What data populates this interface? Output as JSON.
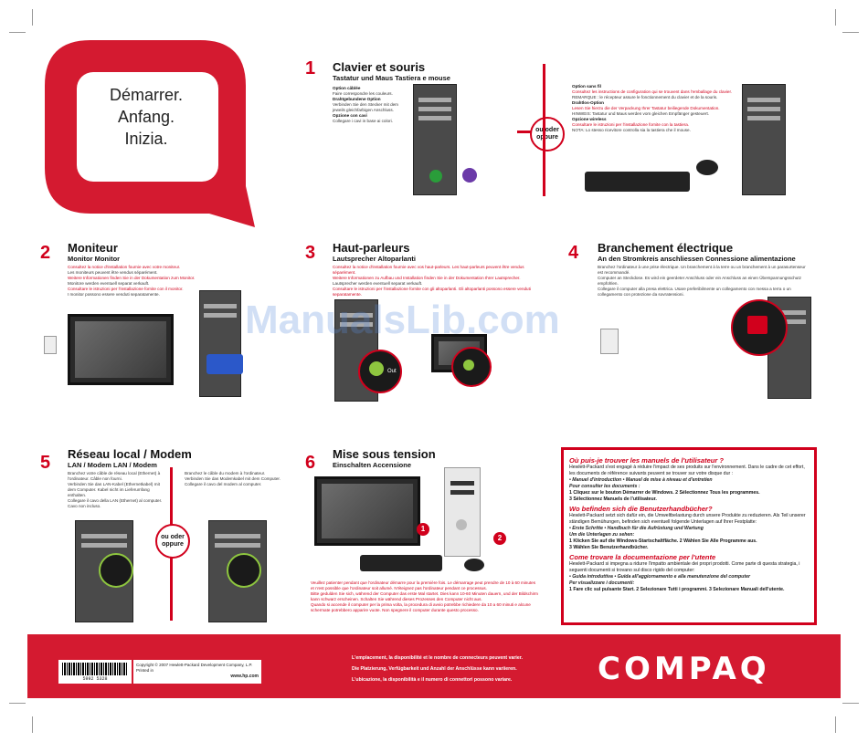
{
  "logo": {
    "line1": "Démarrer.",
    "line2": "Anfang.",
    "line3": "Inizia."
  },
  "step1": {
    "num": "1",
    "title": "Clavier et souris",
    "subtitle": "Tastatur und Maus   Tastiera e mouse",
    "opt1_h": "Option câblée",
    "opt1_t": "Faire correspondre les couleurs.",
    "opt2_h": "Drahtgebundene Option",
    "opt2_t": "Verbinden Sie den Stecker mit dem jeweils gleichfarbigen Anschluss.",
    "opt3_h": "Opzione con cavi",
    "opt3_t": "Collegare i cavi in base ai colori.",
    "badge": "ou oder oppure",
    "w1_h": "Option sans fil",
    "w1_t": "Consultez les instructions de configuration qui se trouvent dans l'emballage du clavier.",
    "w1_n": "REMARQUE : le récepteur assure le fonctionnement du clavier et de la souris.",
    "w2_h": "Drahtlos-Option",
    "w2_t": "Lesen Sie hierzu die der Verpackung Ihrer Tastatur beiliegende Dokumentation.",
    "w2_n": "HINWEIS: Tastatur und Maus werden vom gleichen Empfänger gesteuert.",
    "w3_h": "Opzione wireless",
    "w3_t": "Consultare le istruzioni per l'installazione fornite con la tastiera.",
    "w3_n": "NOTA: Lo stesso ricevitore controlla sia la tastiera che il mouse."
  },
  "step2": {
    "num": "2",
    "title": "Moniteur",
    "subtitle": "Monitor   Monitor",
    "t1": "Consultez la notice d'installation fournie avec votre moniteur.",
    "t2": "Les moniteurs peuvent être vendus séparément.",
    "t3": "Weitere Informationen finden Sie in der Dokumentation zum Monitor.",
    "t4": "Monitore werden eventuell separat verkauft.",
    "t5": "Consultare le istruzioni per l'installazione fornite con il monitor.",
    "t6": "I monitor possono essere venduti separatamente."
  },
  "step3": {
    "num": "3",
    "title": "Haut-parleurs",
    "subtitle": "Lautsprecher   Altoparlanti",
    "t1": "Consultez la notice d'installation fournie avec vos haut-parleurs. Les haut-parleurs peuvent être vendus séparément.",
    "t2": "Weitere Informationen zu Aufbau und Installation finden Sie in der Dokumentation Ihrer Lautsprecher.",
    "t3": "Lautsprecher werden eventuell separat verkauft.",
    "t4": "Consultare le istruzioni per l'installazione fornite con gli altoparlanti. Gli altoparlanti possono essere venduti separatamente.",
    "out": "Out"
  },
  "step4": {
    "num": "4",
    "title": "Branchement électrique",
    "subtitle": "An den Stromkreis anschliessen   Connessione alimentazione",
    "t1": "Branchez l'ordinateur à une prise électrique. Un branchement à la terre ou un branchement à un parasurtenseur est recommandé.",
    "t2": "Computer an Steckdose. Es wird ein geerdeter Anschluss oder ein Anschluss an einen Überspannungsschutz empfohlen.",
    "t3": "Collegare il computer alla presa elettrica. Usare preferibilmente un collegamento con messa a terra o un collegamento con protezione da sovratensioni."
  },
  "step5": {
    "num": "5",
    "title": "Réseau local / Modem",
    "subtitle": "LAN / Modem   LAN / Modem",
    "l1": "Branchez votre câble de réseau local (Ethernet) à l'ordinateur. Câble non fourni.",
    "l2": "Verbinden Sie das LAN-Kabel (Ethernetkabel) mit dem Computer. Kabel nicht im Lieferumfang enthalten.",
    "l3": "Collegare il cavo della LAN (Ethernet) al computer. Cavo non incluso.",
    "r1": "Branchez le câble du modem à l'ordinateur.",
    "r2": "Verbinden Sie das Modemkabel mit dem Computer.",
    "r3": "Collegare il cavo del modem al computer.",
    "badge": "ou oder oppure"
  },
  "step6": {
    "num": "6",
    "title": "Mise sous tension",
    "subtitle": "Einschalten   Accensione",
    "c1": "1",
    "c2": "2",
    "t1": "Veuillez patienter pendant que l'ordinateur démarre pour la première fois. Le démarrage peut prendre de 10 à 60 minutes et n'est possible que l'ordinateur soit allumé. N'éteignez pas l'ordinateur pendant ce processus.",
    "t2": "Bitte gedulden Sie sich, während der Computer das erste Mal startet. Dies kann 10-60 Minuten dauern, und der Bildschirm kann schwarz erscheinen. Schalten Sie während dieses Prozesses den Computer nicht aus.",
    "t3": "Quando si accende il computer per la prima volta, la procedura di avvio potrebbe richiedere da 10 a 60 minuti e alcune schermate potrebbero apparire vuote. Non spegnere il computer durante questo processo."
  },
  "manuals": {
    "fr_h": "Où puis-je trouver les manuels de l'utilisateur ?",
    "fr_t": "Hewlett-Packard s'est engagé à réduire l'impact de ses produits sur l'environnement. Dans le cadre de cet effort, les documents de référence suivants peuvent se trouver sur votre disque dur :",
    "fr_b": "• Manuel d'introduction    • Manuel de mise à niveau et d'entretien",
    "fr_c": "Pour consulter les documents :",
    "fr_s1": "1 Cliquez sur le bouton Démarrer de Windows.   2 Sélectionnez Tous les programmes.",
    "fr_s2": "3 Sélectionnez Manuels de l'utilisateur.",
    "de_h": "Wo befinden sich die Benutzerhandbücher?",
    "de_t": "Hewlett-Packard setzt sich dafür ein, die Umweltbelastung durch unsere Produkte zu reduzieren. Als Teil unserer ständigen Bemühungen, befinden sich eventuell folgende Unterlagen auf Ihrer Festplatte:",
    "de_b": "• Erste Schritte    • Handbuch für die Aufrüstung und Wartung",
    "de_c": "Um die Unterlagen zu sehen:",
    "de_s1": "1 Klicken Sie auf die Windows-Startschaltfläche.   2 Wählen Sie Alle Programme aus.",
    "de_s2": "3 Wählen Sie Benutzerhandbücher.",
    "it_h": "Come trovare la documentazione per l'utente",
    "it_t": "Hewlett-Packard si impegna a ridurre l'impatto ambientale dei propri prodotti. Come parte di questa strategia, i seguenti documenti si trovano sul disco rigido del computer:",
    "it_b": "• Guida introduttiva    • Guida all'aggiornamento e alla manutenzione del computer",
    "it_c": "Per visualizzare i documenti:",
    "it_s": "1 Fare clic sul pulsante Start.   2 Selezionare Tutti i programmi.   3 Selezionare Manuali dell'utente."
  },
  "footer": {
    "copyright": "Copyright © 2007 Hewlett-Packard Development Company, L.P.",
    "printed": "Printed in",
    "url": "www.hp.com",
    "barcode_num": "5992   5328",
    "fr": "L'emplacement, la disponibilité et le nombre de connecteurs peuvent varier.",
    "de": "Die Platzierung, Verfügbarkeit und Anzahl der Anschlüsse kann variieren.",
    "it": "L'ubicazione, la disponibilità e il numero di connettori possono variare.",
    "brand": "COMPAQ"
  },
  "watermark": "ManualsLib.com",
  "colors": {
    "accent": "#d1001c",
    "footer": "#d41a30"
  }
}
